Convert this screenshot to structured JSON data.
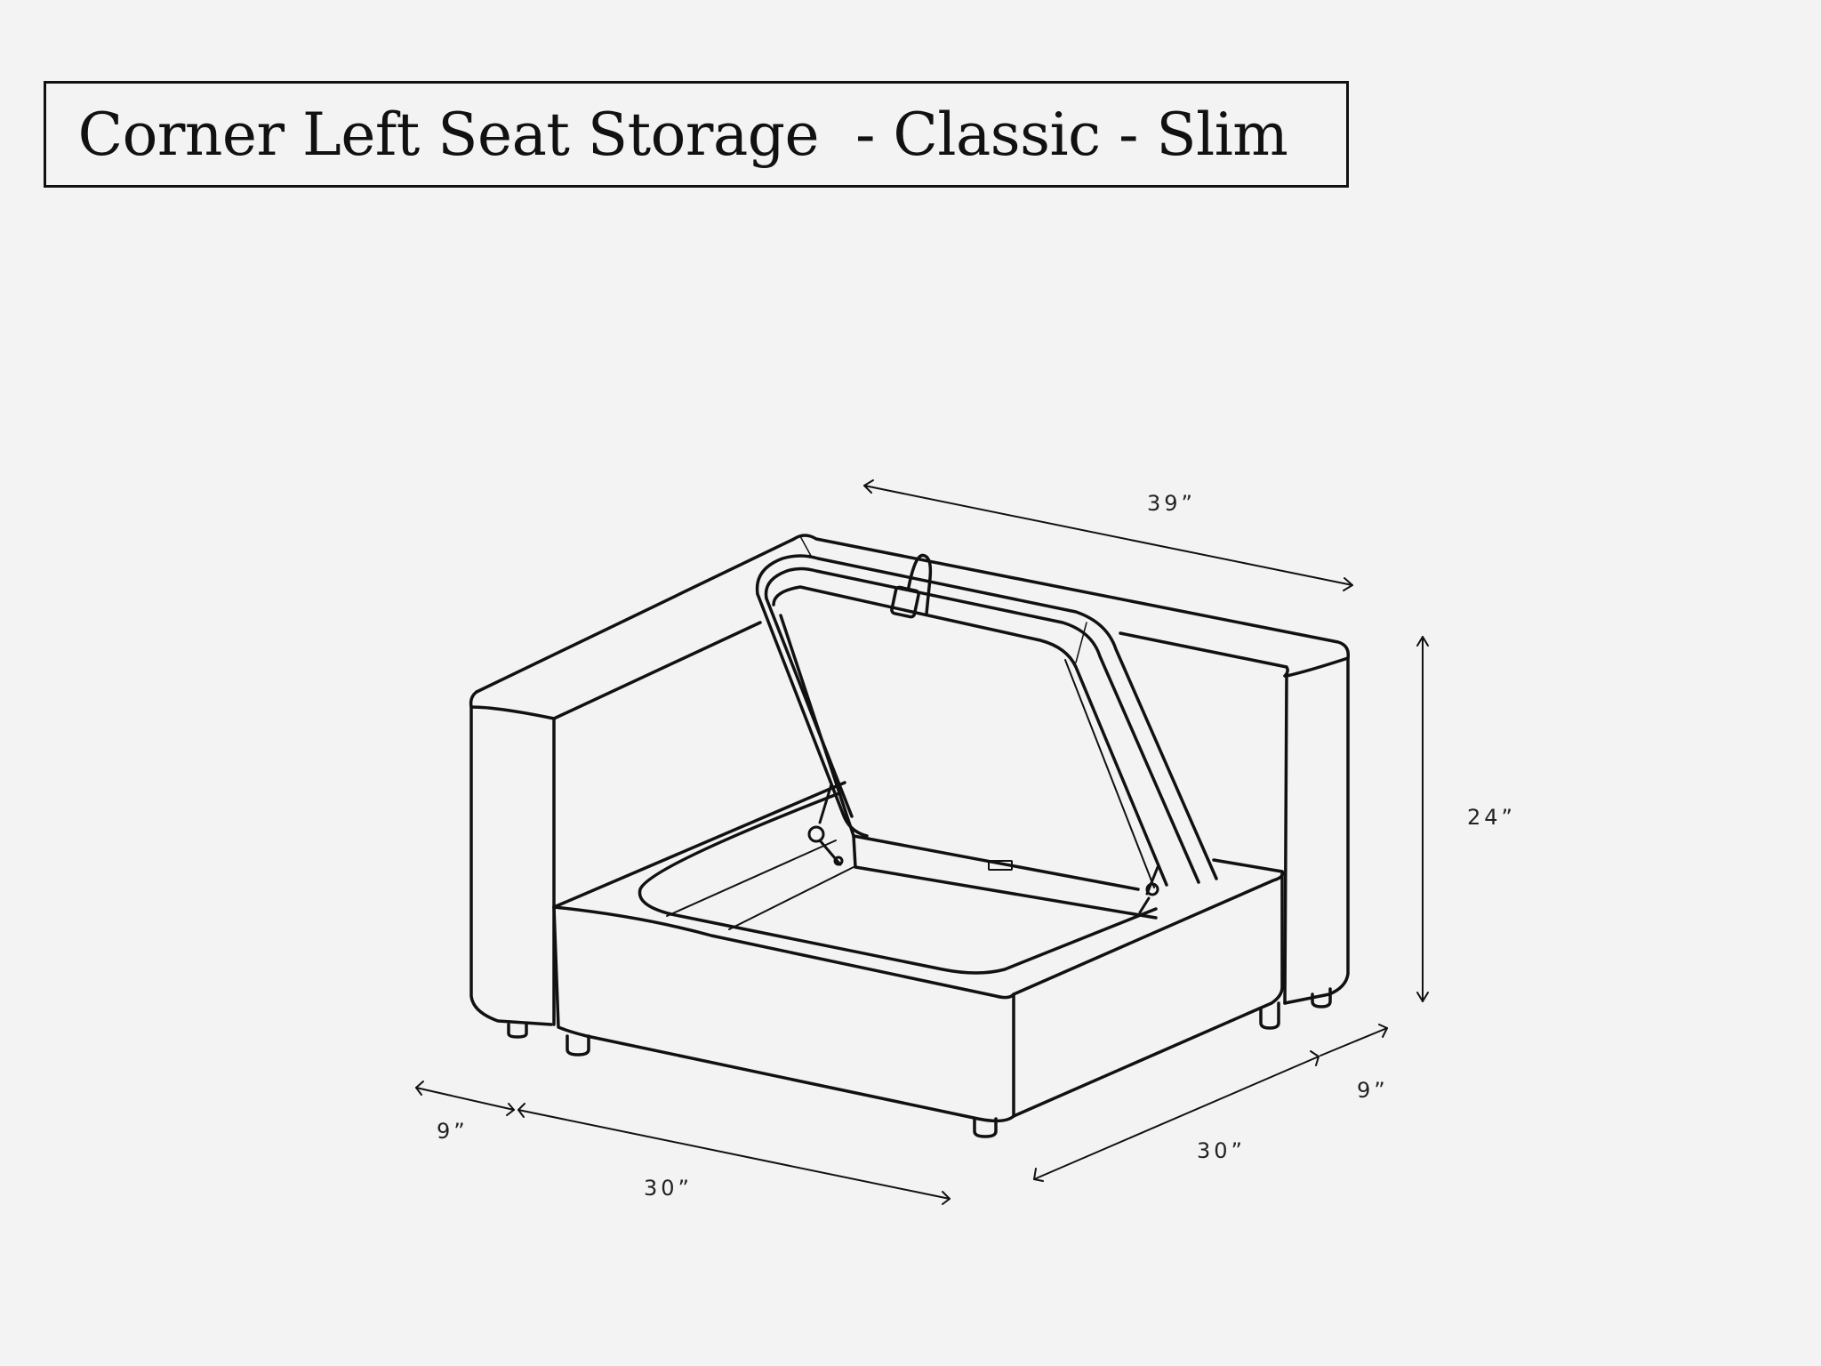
{
  "title": "Corner Left Seat Storage  - Classic - Slim",
  "product": {
    "name": "Corner Left Seat Storage",
    "style": "Classic",
    "arm": "Slim"
  },
  "dimensions": {
    "top_width": "39”",
    "height": "24”",
    "left_arm_depth": "9”",
    "left_seat_depth": "30”",
    "right_seat_depth": "30”",
    "right_arm_depth": "9”"
  },
  "colors": {
    "background": "#f3f3f3",
    "line": "#111111"
  }
}
